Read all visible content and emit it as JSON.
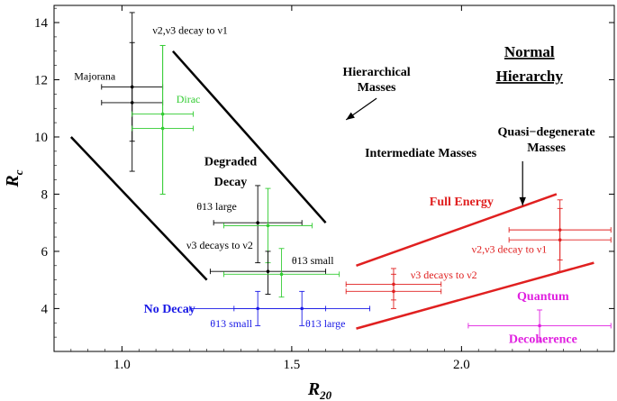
{
  "chart_data": {
    "type": "scatter",
    "xlabel": "R",
    "xlabel_sub": "20",
    "ylabel": "R",
    "ylabel_sub": "c",
    "xlim": [
      0.8,
      2.45
    ],
    "ylim": [
      2.5,
      14.6
    ],
    "x_ticks": [
      1.0,
      1.5,
      2.0
    ],
    "x_tick_labels": [
      "1.0",
      "1.5",
      "2.0"
    ],
    "y_ticks": [
      4,
      6,
      8,
      10,
      12,
      14
    ],
    "y_tick_labels": [
      "4",
      "6",
      "8",
      "10",
      "12",
      "14"
    ],
    "grid": false,
    "colors": {
      "black": "#000000",
      "green": "#33cc33",
      "blue": "#1a1ae6",
      "red": "#e02020",
      "magenta": "#e020e0"
    },
    "boundary_lines": [
      {
        "color": "black",
        "x": [
          1.15,
          1.6
        ],
        "y": [
          13.0,
          7.0
        ]
      },
      {
        "color": "black",
        "x": [
          0.85,
          1.25
        ],
        "y": [
          10.0,
          5.0
        ]
      },
      {
        "color": "red",
        "x": [
          1.69,
          2.28
        ],
        "y": [
          5.5,
          8.0
        ]
      },
      {
        "color": "red",
        "x": [
          1.69,
          2.39
        ],
        "y": [
          3.3,
          5.6
        ]
      }
    ],
    "points": [
      {
        "color": "black",
        "x": 1.03,
        "y": 11.75,
        "xerr": [
          0.09,
          0.09
        ],
        "yerr": [
          1.9,
          2.6
        ]
      },
      {
        "color": "black",
        "x": 1.03,
        "y": 11.2,
        "xerr": [
          0.09,
          0.09
        ],
        "yerr": [
          2.4,
          2.1
        ]
      },
      {
        "color": "green",
        "x": 1.12,
        "y": 10.8,
        "xerr": [
          0.09,
          0.09
        ],
        "yerr": [
          2.8,
          2.4
        ]
      },
      {
        "color": "green",
        "x": 1.12,
        "y": 10.3,
        "xerr": [
          0.09,
          0.09
        ],
        "yerr": [
          2.3,
          2.9
        ]
      },
      {
        "color": "black",
        "x": 1.4,
        "y": 7.0,
        "xerr": [
          0.13,
          0.13
        ],
        "yerr": [
          1.4,
          1.3
        ]
      },
      {
        "color": "green",
        "x": 1.43,
        "y": 6.9,
        "xerr": [
          0.13,
          0.13
        ],
        "yerr": [
          1.3,
          1.3
        ]
      },
      {
        "color": "black",
        "x": 1.43,
        "y": 5.3,
        "xerr": [
          0.17,
          0.17
        ],
        "yerr": [
          0.8,
          0.7
        ]
      },
      {
        "color": "green",
        "x": 1.47,
        "y": 5.2,
        "xerr": [
          0.17,
          0.17
        ],
        "yerr": [
          0.8,
          0.9
        ]
      },
      {
        "color": "blue",
        "x": 1.4,
        "y": 4.0,
        "xerr": [
          0.2,
          0.2
        ],
        "yerr": [
          0.6,
          0.6
        ]
      },
      {
        "color": "blue",
        "x": 1.53,
        "y": 4.0,
        "xerr": [
          0.2,
          0.2
        ],
        "yerr": [
          0.6,
          0.6
        ]
      },
      {
        "color": "red",
        "x": 1.8,
        "y": 4.85,
        "xerr": [
          0.14,
          0.14
        ],
        "yerr": [
          0.55,
          0.55
        ]
      },
      {
        "color": "red",
        "x": 1.8,
        "y": 4.6,
        "xerr": [
          0.14,
          0.14
        ],
        "yerr": [
          0.6,
          0.6
        ]
      },
      {
        "color": "red",
        "x": 2.29,
        "y": 6.75,
        "xerr": [
          0.15,
          0.15
        ],
        "yerr": [
          1.05,
          1.05
        ]
      },
      {
        "color": "red",
        "x": 2.29,
        "y": 6.4,
        "xerr": [
          0.15,
          0.15
        ],
        "yerr": [
          1.1,
          1.1
        ]
      },
      {
        "color": "magenta",
        "x": 2.23,
        "y": 3.4,
        "xerr": [
          0.21,
          0.21
        ],
        "yerr": [
          0.55,
          0.55
        ]
      }
    ],
    "annotations": [
      {
        "text": "Majorana",
        "color": "black",
        "x": 0.92,
        "y": 12.0,
        "weight": "normal",
        "size": 12,
        "anchor": "middle"
      },
      {
        "text": "ν2,ν3 decay to ν1",
        "color": "black",
        "x": 1.09,
        "y": 13.6,
        "weight": "normal",
        "size": 12,
        "anchor": "start"
      },
      {
        "text": "Dirac",
        "color": "green",
        "x": 1.16,
        "y": 11.2,
        "weight": "normal",
        "size": 12,
        "anchor": "start"
      },
      {
        "text": "Hierarchical",
        "color": "black",
        "x": 1.75,
        "y": 12.15,
        "weight": "bold",
        "size": 14,
        "anchor": "middle"
      },
      {
        "text": "Masses",
        "color": "black",
        "x": 1.75,
        "y": 11.6,
        "weight": "bold",
        "size": 14,
        "anchor": "middle"
      },
      {
        "text": "Normal",
        "color": "black",
        "x": 2.2,
        "y": 12.8,
        "weight": "bold",
        "size": 17,
        "anchor": "middle",
        "underline": true
      },
      {
        "text": "Hierarchy",
        "color": "black",
        "x": 2.2,
        "y": 11.95,
        "weight": "bold",
        "size": 17,
        "anchor": "middle",
        "underline": true
      },
      {
        "text": "Degraded",
        "color": "black",
        "x": 1.32,
        "y": 9.0,
        "weight": "bold",
        "size": 14,
        "anchor": "middle"
      },
      {
        "text": "Decay",
        "color": "black",
        "x": 1.32,
        "y": 8.3,
        "weight": "bold",
        "size": 14,
        "anchor": "middle"
      },
      {
        "text": "Intermediate Masses",
        "color": "black",
        "x": 1.88,
        "y": 9.3,
        "weight": "bold",
        "size": 14,
        "anchor": "middle"
      },
      {
        "text": "Quasi−degenerate",
        "color": "black",
        "x": 2.25,
        "y": 10.05,
        "weight": "bold",
        "size": 14,
        "anchor": "middle"
      },
      {
        "text": "Masses",
        "color": "black",
        "x": 2.25,
        "y": 9.5,
        "weight": "bold",
        "size": 14,
        "anchor": "middle"
      },
      {
        "text": "θ13 large",
        "color": "black",
        "x": 1.22,
        "y": 7.45,
        "weight": "normal",
        "size": 12,
        "anchor": "start"
      },
      {
        "text": "ν3 decays to ν2",
        "color": "black",
        "x": 1.19,
        "y": 6.1,
        "weight": "normal",
        "size": 12,
        "anchor": "start"
      },
      {
        "text": "θ13 small",
        "color": "black",
        "x": 1.5,
        "y": 5.55,
        "weight": "normal",
        "size": 12,
        "anchor": "start"
      },
      {
        "text": "No Decay",
        "color": "blue",
        "x": 1.14,
        "y": 3.85,
        "weight": "bold",
        "size": 14,
        "anchor": "middle"
      },
      {
        "text": "θ13 small",
        "color": "blue",
        "x": 1.26,
        "y": 3.35,
        "weight": "normal",
        "size": 12,
        "anchor": "start"
      },
      {
        "text": "θ13 large",
        "color": "blue",
        "x": 1.54,
        "y": 3.35,
        "weight": "normal",
        "size": 12,
        "anchor": "start"
      },
      {
        "text": "Full Energy",
        "color": "red",
        "x": 2.0,
        "y": 7.6,
        "weight": "bold",
        "size": 14,
        "anchor": "middle"
      },
      {
        "text": "ν3 decays to ν2",
        "color": "red",
        "x": 1.85,
        "y": 5.05,
        "weight": "normal",
        "size": 12,
        "anchor": "start"
      },
      {
        "text": "ν2,ν3 decay to ν1",
        "color": "red",
        "x": 2.03,
        "y": 5.95,
        "weight": "normal",
        "size": 12,
        "anchor": "start"
      },
      {
        "text": "Quantum",
        "color": "magenta",
        "x": 2.24,
        "y": 4.3,
        "weight": "bold",
        "size": 14,
        "anchor": "middle"
      },
      {
        "text": "Decoherence",
        "color": "magenta",
        "x": 2.24,
        "y": 2.8,
        "weight": "bold",
        "size": 14,
        "anchor": "middle"
      }
    ],
    "arrows": [
      {
        "color": "black",
        "from": [
          1.75,
          11.35
        ],
        "to": [
          1.66,
          10.6
        ]
      },
      {
        "color": "black",
        "from": [
          2.18,
          9.15
        ],
        "to": [
          2.18,
          7.6
        ]
      }
    ]
  }
}
